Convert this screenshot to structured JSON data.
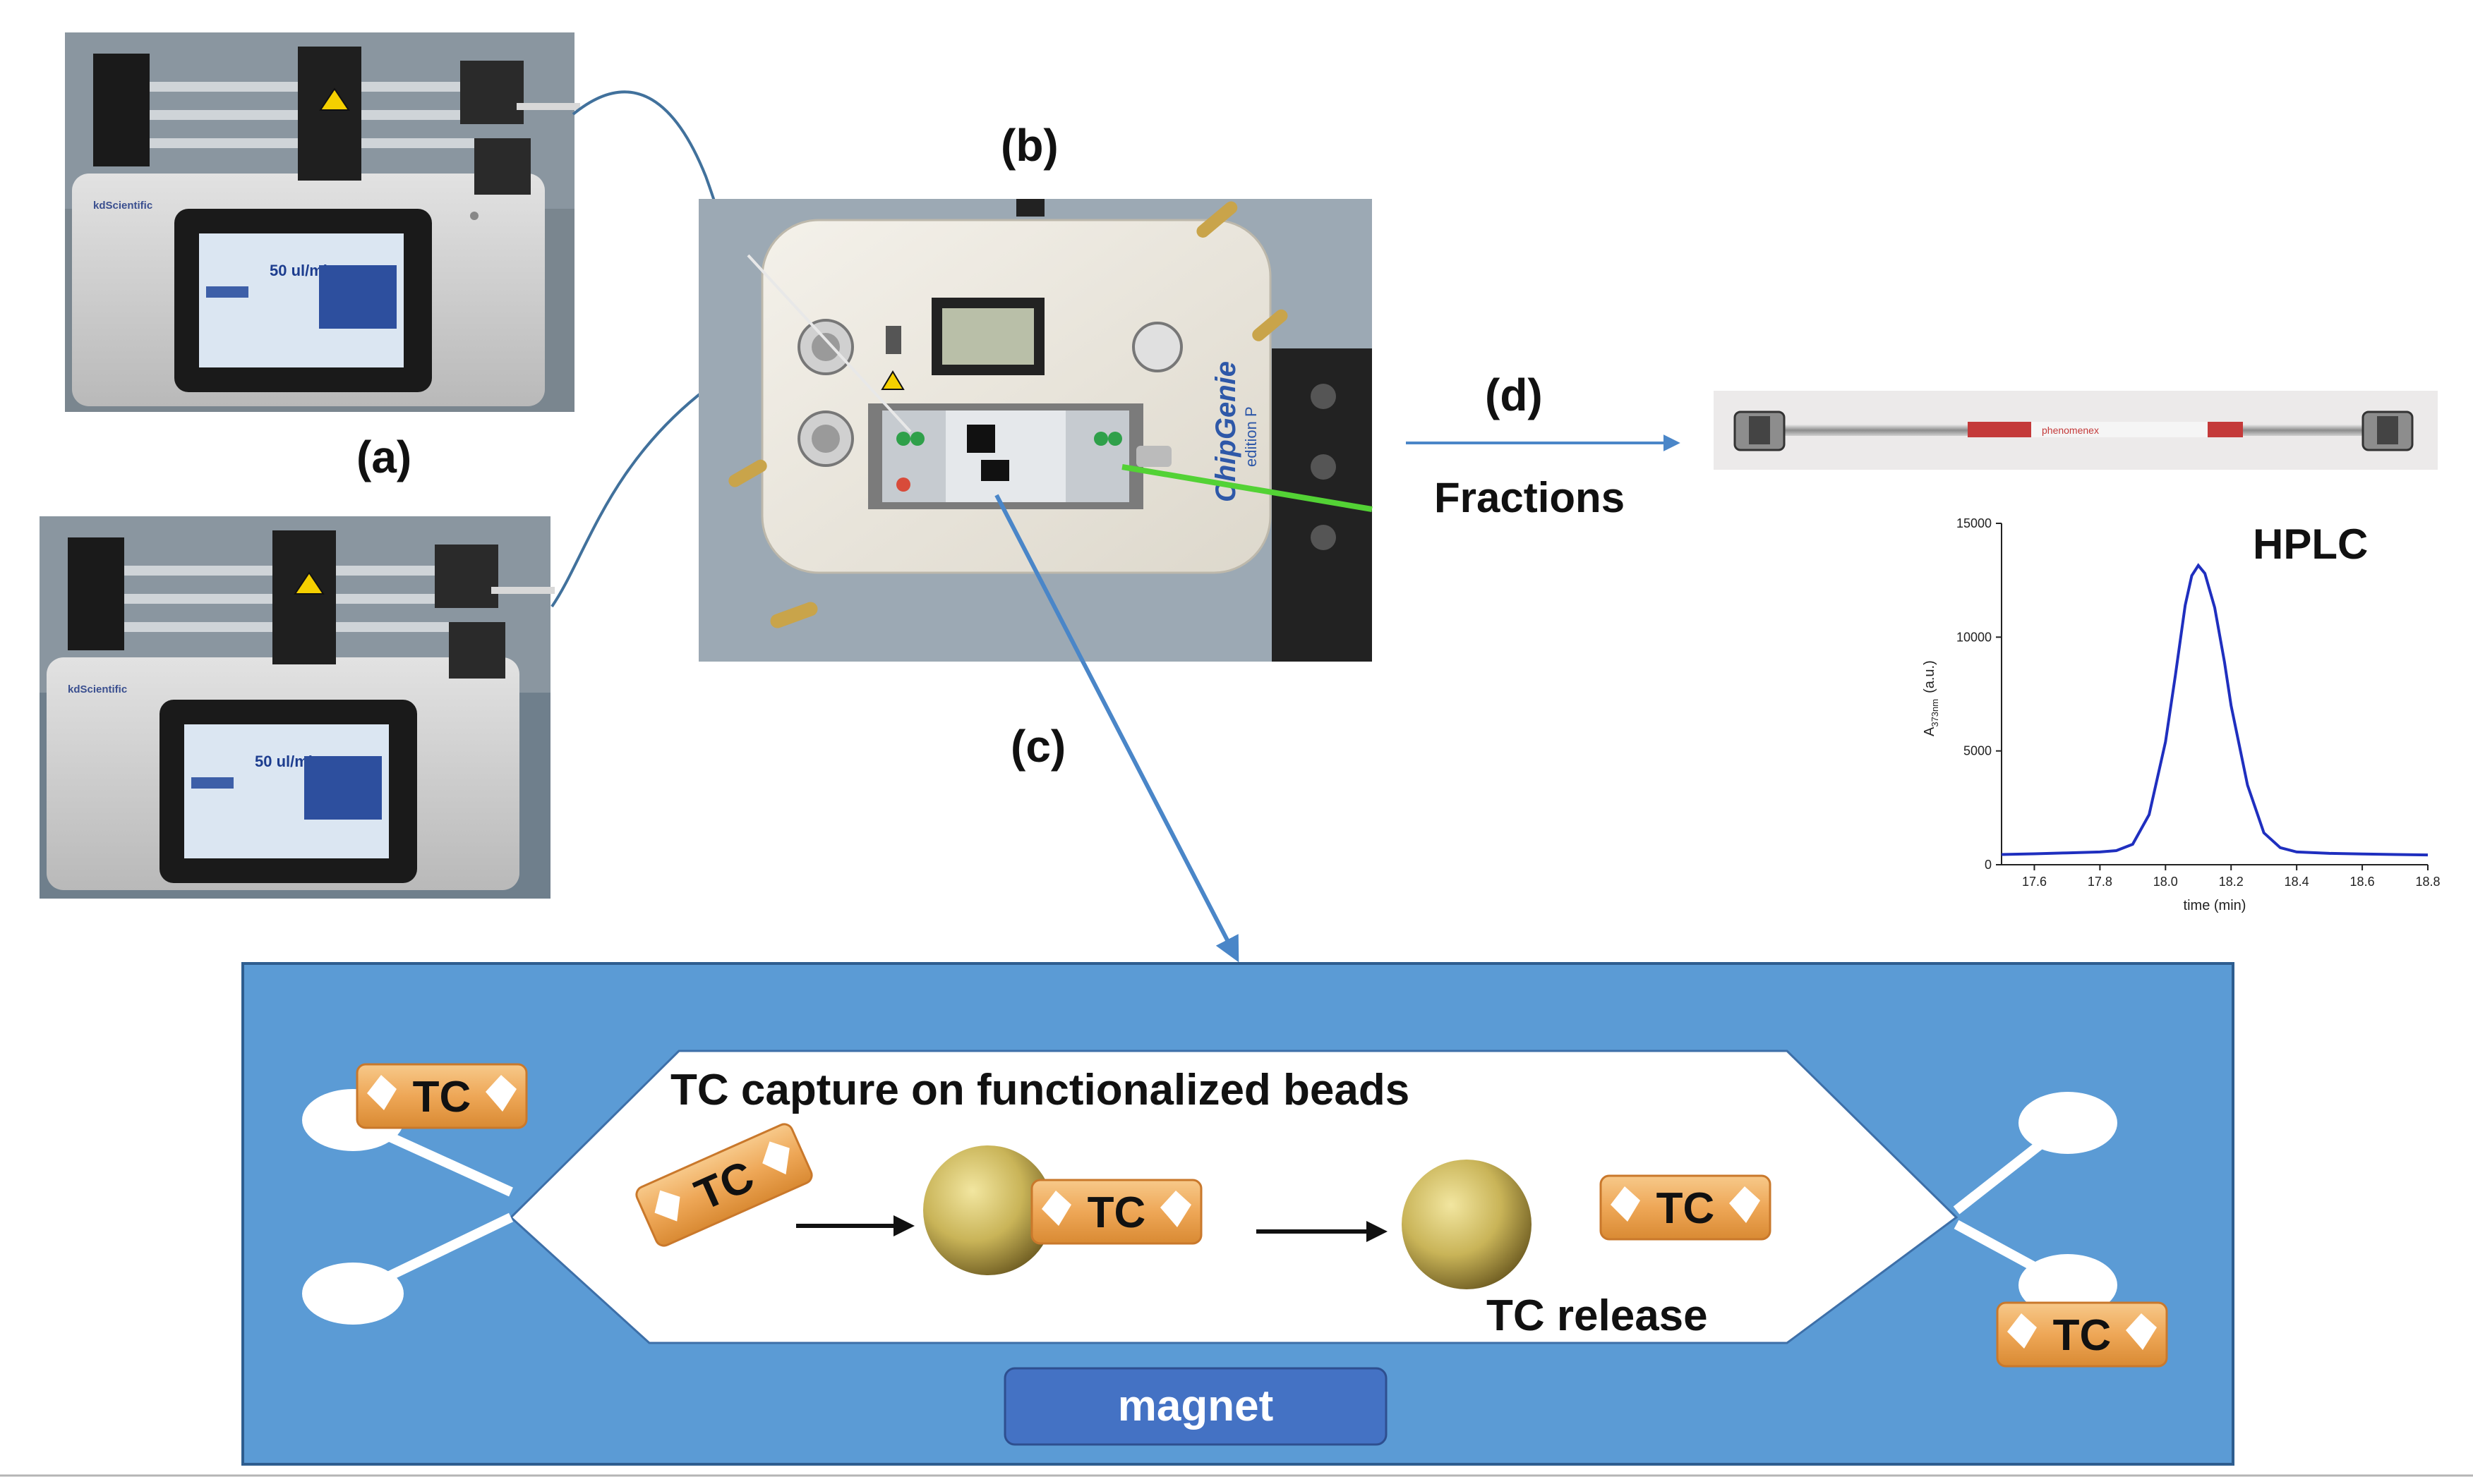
{
  "labels": {
    "a": "(a)",
    "b": "(b)",
    "c": "(c)",
    "d": "(d)",
    "fractions": "Fractions",
    "hplc": "HPLC"
  },
  "pump": {
    "brand": "kdScientific",
    "display_rate": "50 ul/min"
  },
  "chip": {
    "brand": "ChipGenie",
    "edition": "edition P"
  },
  "column": {
    "brand": "phenomenex"
  },
  "chamber": {
    "capture_text": "TC capture on functionalized  beads",
    "release_text": "TC release",
    "magnet_label": "magnet",
    "tc_label": "TC"
  },
  "chart_data": {
    "type": "line",
    "xlabel": "time (min)",
    "ylabel": "A",
    "ylabel_sub": "373nm",
    "ylabel_unit": "(a.u.)",
    "xlim": [
      17.5,
      18.8
    ],
    "ylim": [
      0,
      15000
    ],
    "xticks": [
      17.6,
      17.8,
      18.0,
      18.2,
      18.4,
      18.6,
      18.8
    ],
    "yticks": [
      0,
      5000,
      10000,
      15000
    ],
    "series": [
      {
        "x": [
          17.5,
          17.6,
          17.7,
          17.8,
          17.85,
          17.9,
          17.95,
          18.0,
          18.03,
          18.06,
          18.08,
          18.1,
          18.12,
          18.15,
          18.18,
          18.2,
          18.25,
          18.3,
          18.35,
          18.4,
          18.5,
          18.6,
          18.7,
          18.8
        ],
        "y": [
          450,
          480,
          520,
          560,
          620,
          900,
          2200,
          5400,
          8300,
          11400,
          12700,
          13150,
          12800,
          11300,
          8900,
          7000,
          3500,
          1400,
          750,
          560,
          500,
          470,
          450,
          430
        ]
      }
    ],
    "colors": {
      "line": "#1f2fbf"
    }
  },
  "colors": {
    "chamber_bg": "#5b9bd5",
    "magnet_bg": "#4472c4",
    "arrow": "#4a86c8",
    "tube": "#41719c",
    "bead": "#c9b458"
  }
}
